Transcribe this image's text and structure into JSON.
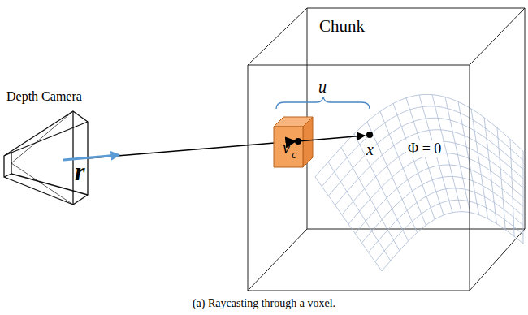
{
  "diagram": {
    "caption": "(a) Raycasting through a voxel.",
    "labels": [
      "Chunk",
      "Depth Camera",
      "r",
      "u",
      "v",
      "c",
      "x",
      "Φ = 0"
    ]
  }
}
